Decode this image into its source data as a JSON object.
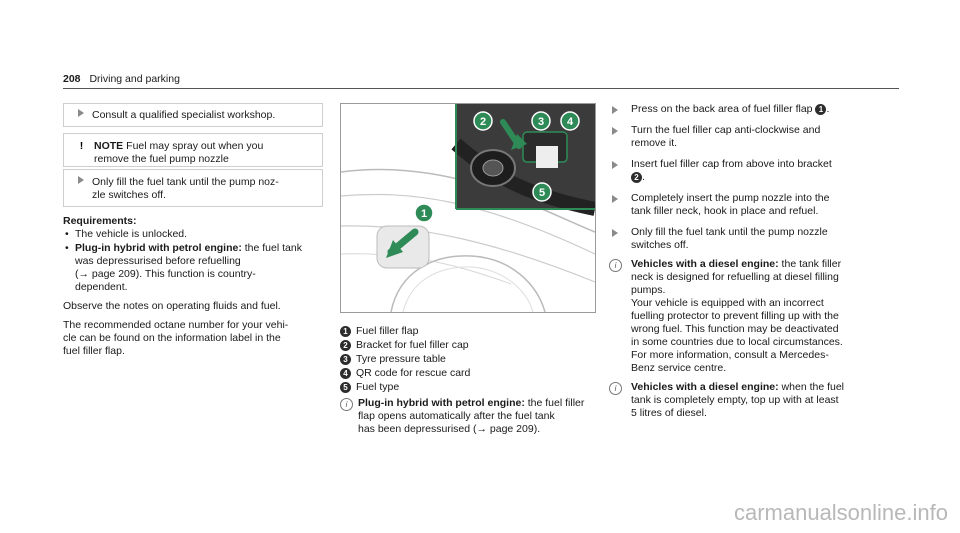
{
  "header": {
    "page_number": "208",
    "section": "Driving and parking"
  },
  "col1": {
    "step1": "Consult a qualified specialist workshop.",
    "notice_icon": "!",
    "note_label": "NOTE",
    "note_line1": "Fuel may spray out when you",
    "note_line2": "remove the fuel pump nozzle",
    "step2_line1": "Only fill the fuel tank until the pump noz-",
    "step2_line2": "zle switches off.",
    "requirements_title": "Requirements:",
    "req1": "The vehicle is unlocked.",
    "req2_bold": "Plug-in hybrid with petrol engine:",
    "req2_rest": " the fuel tank",
    "req2_line2": "was depressurised before refuelling",
    "req2_line3": "(→ page 209). This function is country-",
    "req2_line4": "dependent.",
    "para1": "Observe the notes on operating fluids and fuel.",
    "para2_line1": "The recommended octane number for your vehi-",
    "para2_line2": "cle can be found on the information label in the",
    "para2_line3": "fuel filler flap."
  },
  "col2": {
    "legend": [
      {
        "n": "1",
        "text": "Fuel filler flap"
      },
      {
        "n": "2",
        "text": "Bracket for fuel filler cap"
      },
      {
        "n": "3",
        "text": "Tyre pressure table"
      },
      {
        "n": "4",
        "text": "QR code for rescue card"
      },
      {
        "n": "5",
        "text": "Fuel type"
      }
    ],
    "info_bold": "Plug-in hybrid with petrol engine:",
    "info_rest": " the fuel filler",
    "info_line2": "flap opens automatically after the fuel tank",
    "info_line3": "has been depressurised (→ page 209).",
    "callouts": [
      "1",
      "2",
      "3",
      "4",
      "5"
    ]
  },
  "col3": {
    "s1_text": "Press on the back area of fuel filler flap",
    "s1_num": "1",
    "s2_line1": "Turn the fuel filler cap anti-clockwise and",
    "s2_line2": "remove it.",
    "s3_line1": "Insert fuel filler cap from above into bracket",
    "s3_num": "2",
    "s4_line1": "Completely insert the pump nozzle into the",
    "s4_line2": "tank filler neck, hook in place and refuel.",
    "s5_line1": "Only fill the fuel tank until the pump nozzle",
    "s5_line2": "switches off.",
    "i1_bold": "Vehicles with a diesel engine:",
    "i1_rest": " the tank filler",
    "i1_lines": [
      "neck is designed for refuelling at diesel filling",
      "pumps.",
      "Your vehicle is equipped with an incorrect",
      "fuelling protector to prevent filling up with the",
      "wrong fuel. This function may be deactivated",
      "in some countries due to local circumstances.",
      "For more information, consult a Mercedes-",
      "Benz service centre."
    ],
    "i2_bold": "Vehicles with a diesel engine:",
    "i2_rest": " when the fuel",
    "i2_lines": [
      "tank is completely empty, top up with at least",
      "5 litres of diesel."
    ]
  },
  "watermark": "carmanualsonline.info",
  "colors": {
    "accent_green": "#2e8b57",
    "callout_bg": "#2d2d2d"
  }
}
